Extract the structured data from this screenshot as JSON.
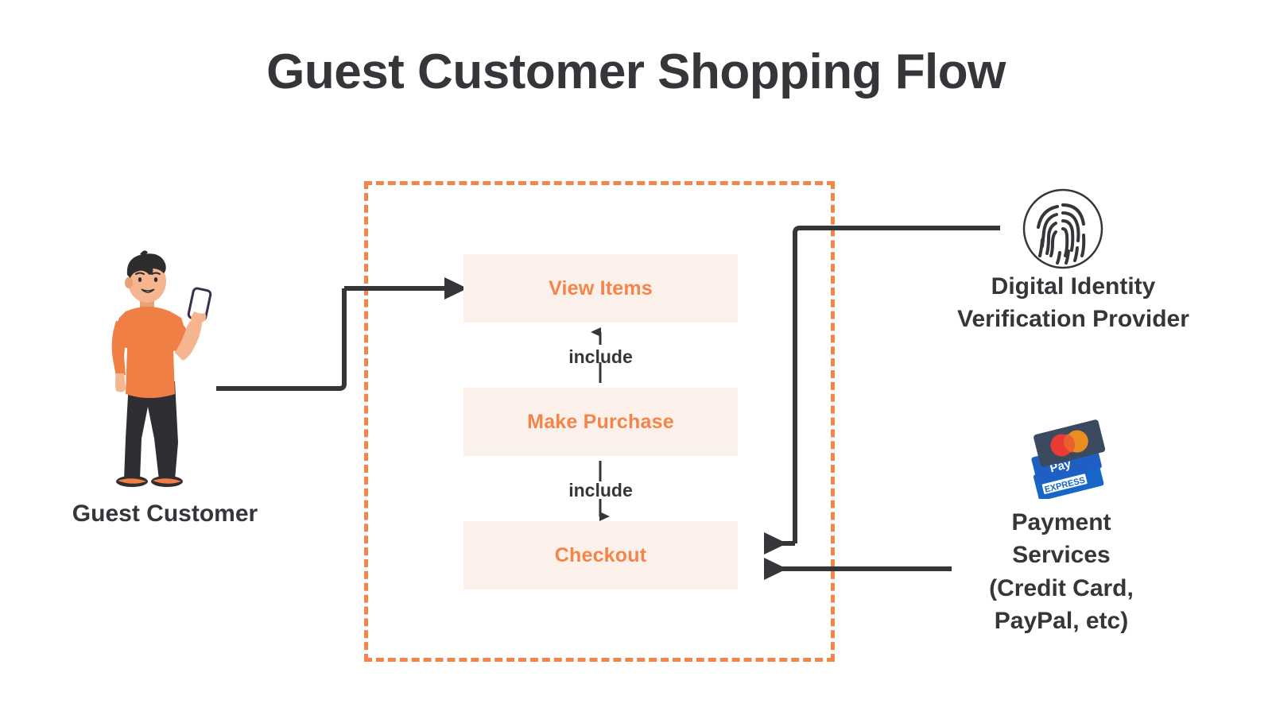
{
  "title": "Guest Customer Shopping Flow",
  "colors": {
    "boundary_dashed": "#f2854a",
    "usecase_fill": "#fcf0ea",
    "usecase_text": "#f2854a",
    "text_dark": "#34363a",
    "connector": "#34363a",
    "background": "#ffffff",
    "shirt_orange": "#ef7f45",
    "skin": "#f5b68f",
    "hair_dark": "#2d2d2d",
    "pants_dark": "#2f2f33",
    "card_navy": "#3b4a5e",
    "card_blue": "#1667c8",
    "mastercard_red": "#eb3a33",
    "mastercard_orange": "#f3911f"
  },
  "actor": {
    "label": "Guest Customer",
    "icon": "person-with-phone-illustration"
  },
  "system_boundary": {
    "usecases": [
      {
        "id": "view-items",
        "label": "View Items"
      },
      {
        "id": "make-purchase",
        "label": "Make Purchase"
      },
      {
        "id": "checkout",
        "label": "Checkout"
      }
    ],
    "relationships": [
      {
        "from": "make-purchase",
        "to": "view-items",
        "label": "include",
        "style": "dashed-arrow-up"
      },
      {
        "from": "make-purchase",
        "to": "checkout",
        "label": "include",
        "style": "dashed-arrow-down"
      }
    ]
  },
  "external_systems": [
    {
      "id": "identity-provider",
      "icon": "fingerprint-icon",
      "label_lines": [
        "Digital Identity",
        "Verification Provider"
      ],
      "connects_to": "checkout"
    },
    {
      "id": "payment-services",
      "icon": "payment-cards-icon",
      "label_lines": [
        "Payment",
        "Services",
        "(Credit Card,",
        "PayPal, etc)"
      ],
      "connects_to": "checkout"
    }
  ],
  "connector_lines": [
    {
      "id": "actor-to-view-items",
      "from": "Guest Customer",
      "to": "View Items",
      "arrow": "right"
    },
    {
      "id": "identity-to-checkout",
      "from": "Digital Identity Verification Provider",
      "to": "Checkout",
      "arrow": "left"
    },
    {
      "id": "payment-to-checkout",
      "from": "Payment Services",
      "to": "Checkout",
      "arrow": "left"
    }
  ]
}
